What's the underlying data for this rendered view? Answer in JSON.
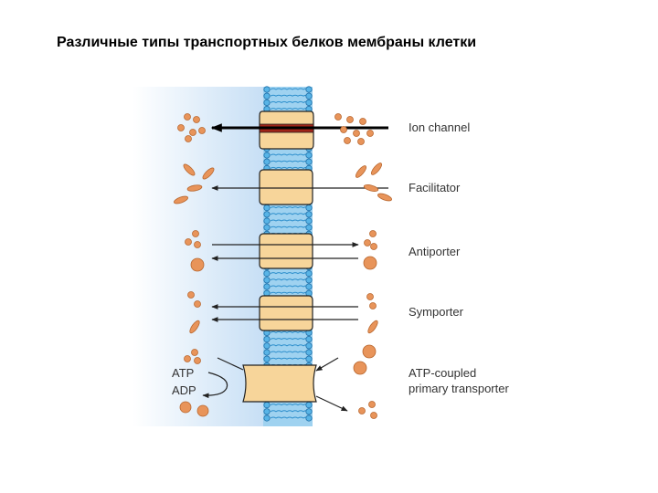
{
  "title": "Различные типы транспортных белков мембраны клетки",
  "labels": {
    "ion_channel": "Ion channel",
    "facilitator": "Facilitator",
    "antiporter": "Antiporter",
    "symporter": "Symporter",
    "atp_coupled_line1": "ATP-coupled",
    "atp_coupled_line2": "primary transporter",
    "atp": "ATP",
    "adp": "ADP"
  },
  "colors": {
    "protein": "#f7d59a",
    "protein_stroke": "#222222",
    "lipid_head": "#4aaee0",
    "lipid_tail": "#2d8fcc",
    "molecule": "#e8945a",
    "molecule_stroke": "#b8672f",
    "channel_stripe": "#a02418",
    "gradient_left": "#c7dff5"
  }
}
